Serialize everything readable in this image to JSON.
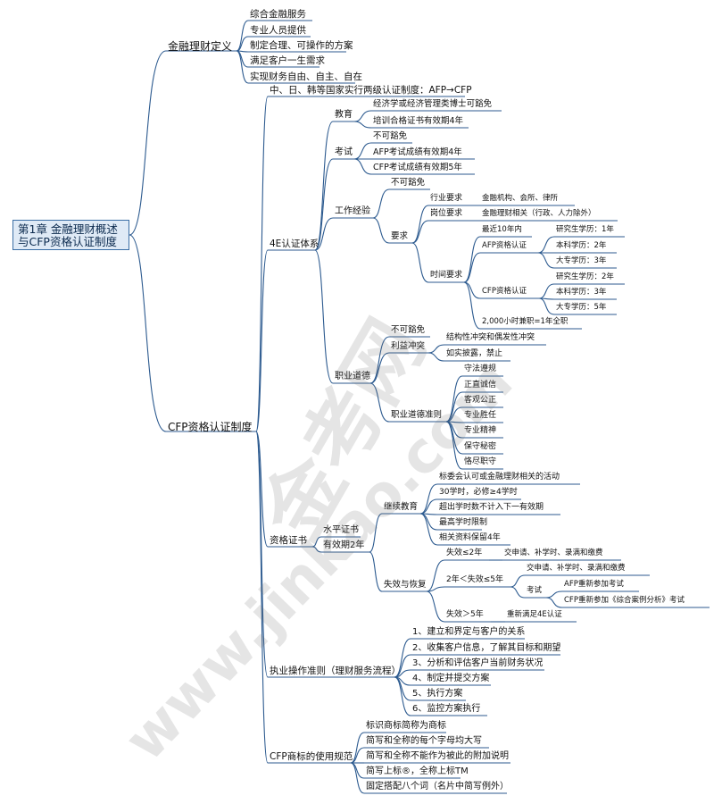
{
  "mindmap": {
    "root": "第1章 金融理财概述与CFP资格认证制度",
    "nodes": [
      {
        "id": "fin",
        "label": "金融理财定义",
        "parent": "root",
        "level": 1
      },
      {
        "id": "cfp",
        "label": "CFP资格认证制度",
        "parent": "root",
        "level": 1
      },
      {
        "id": "fin1",
        "label": "综合金融服务",
        "parent": "fin",
        "level": 2
      },
      {
        "id": "fin2",
        "label": "专业人员提供",
        "parent": "fin",
        "level": 2
      },
      {
        "id": "fin3",
        "label": "制定合理、可操作的方案",
        "parent": "fin",
        "level": 2
      },
      {
        "id": "fin4",
        "label": "满足客户一生需求",
        "parent": "fin",
        "level": 2
      },
      {
        "id": "fin5",
        "label": "实现财务自由、自主、自在",
        "parent": "fin",
        "level": 2
      },
      {
        "id": "c1",
        "label": "中、日、韩等国家实行两级认证制度：AFP→CFP",
        "parent": "cfp",
        "level": 2
      },
      {
        "id": "c2",
        "label": "4E认证体系",
        "parent": "cfp",
        "level": 2
      },
      {
        "id": "c3",
        "label": "资格证书",
        "parent": "cfp",
        "level": 2
      },
      {
        "id": "c4",
        "label": "执业操作准则（理财服务流程）",
        "parent": "cfp",
        "level": 2
      },
      {
        "id": "c5",
        "label": "CFP商标的使用规范",
        "parent": "cfp",
        "level": 2
      },
      {
        "id": "edu",
        "label": "教育",
        "parent": "c2",
        "level": 3
      },
      {
        "id": "exam",
        "label": "考试",
        "parent": "c2",
        "level": 3
      },
      {
        "id": "work",
        "label": "工作经验",
        "parent": "c2",
        "level": 3
      },
      {
        "id": "ethic",
        "label": "职业道德",
        "parent": "c2",
        "level": 3
      },
      {
        "id": "edu1",
        "label": "经济学或经济管理类博士可豁免",
        "parent": "edu",
        "level": 4
      },
      {
        "id": "edu2",
        "label": "培训合格证书有效期4年",
        "parent": "edu",
        "level": 4
      },
      {
        "id": "exam1",
        "label": "不可豁免",
        "parent": "exam",
        "level": 4
      },
      {
        "id": "exam2",
        "label": "AFP考试成绩有效期4年",
        "parent": "exam",
        "level": 4
      },
      {
        "id": "exam3",
        "label": "CFP考试成绩有效期5年",
        "parent": "exam",
        "level": 4
      },
      {
        "id": "work1",
        "label": "不可豁免",
        "parent": "work",
        "level": 4
      },
      {
        "id": "work2",
        "label": "要求",
        "parent": "work",
        "level": 4
      },
      {
        "id": "hy",
        "label": "行业要求",
        "parent": "work2",
        "level": 5
      },
      {
        "id": "gw",
        "label": "岗位要求",
        "parent": "work2",
        "level": 5
      },
      {
        "id": "sj",
        "label": "时间要求",
        "parent": "work2",
        "level": 5
      },
      {
        "id": "hy1",
        "label": "金融机构、会所、律所",
        "parent": "hy",
        "level": 6
      },
      {
        "id": "gw1",
        "label": "金融理财相关（行政、人力除外）",
        "parent": "gw",
        "level": 6
      },
      {
        "id": "sj1",
        "label": "最近10年内",
        "parent": "sj",
        "level": 6
      },
      {
        "id": "sj2",
        "label": "AFP资格认证",
        "parent": "sj",
        "level": 6
      },
      {
        "id": "sj3",
        "label": "CFP资格认证",
        "parent": "sj",
        "level": 6
      },
      {
        "id": "sj4",
        "label": "2,000小时兼职=1年全职",
        "parent": "sj",
        "level": 6
      },
      {
        "id": "afp1",
        "label": "研究生学历：1年",
        "parent": "sj2",
        "level": 7
      },
      {
        "id": "afp2",
        "label": "本科学历：2年",
        "parent": "sj2",
        "level": 7
      },
      {
        "id": "afp3",
        "label": "大专学历：3年",
        "parent": "sj2",
        "level": 7
      },
      {
        "id": "cfpa",
        "label": "研究生学历：2年",
        "parent": "sj3",
        "level": 7
      },
      {
        "id": "cfpb",
        "label": "本科学历：3年",
        "parent": "sj3",
        "level": 7
      },
      {
        "id": "cfpc",
        "label": "大专学历：5年",
        "parent": "sj3",
        "level": 7
      },
      {
        "id": "eth1",
        "label": "不可豁免",
        "parent": "ethic",
        "level": 4
      },
      {
        "id": "eth2",
        "label": "利益冲突",
        "parent": "ethic",
        "level": 4
      },
      {
        "id": "eth3",
        "label": "职业道德准则",
        "parent": "ethic",
        "level": 4
      },
      {
        "id": "li1",
        "label": "结构性冲突和偶发性冲突",
        "parent": "eth2",
        "level": 5
      },
      {
        "id": "li2",
        "label": "如实披露，禁止",
        "parent": "eth2",
        "level": 5
      },
      {
        "id": "zy1",
        "label": "守法遵规",
        "parent": "eth3",
        "level": 5
      },
      {
        "id": "zy2",
        "label": "正直诚信",
        "parent": "eth3",
        "level": 5
      },
      {
        "id": "zy3",
        "label": "客观公正",
        "parent": "eth3",
        "level": 5
      },
      {
        "id": "zy4",
        "label": "专业胜任",
        "parent": "eth3",
        "level": 5
      },
      {
        "id": "zy5",
        "label": "专业精神",
        "parent": "eth3",
        "level": 5
      },
      {
        "id": "zy6",
        "label": "保守秘密",
        "parent": "eth3",
        "level": 5
      },
      {
        "id": "zy7",
        "label": "恪尽职守",
        "parent": "eth3",
        "level": 5
      },
      {
        "id": "zs1",
        "label": "水平证书",
        "parent": "c3",
        "level": 3
      },
      {
        "id": "zs2",
        "label": "有效期2年",
        "parent": "c3",
        "level": 3
      },
      {
        "id": "jx",
        "label": "继续教育",
        "parent": "zs2",
        "level": 4
      },
      {
        "id": "sx",
        "label": "失效与恢复",
        "parent": "zs2",
        "level": 4
      },
      {
        "id": "jx1",
        "label": "标委会认可或金融理财相关的活动",
        "parent": "jx",
        "level": 5
      },
      {
        "id": "jx2",
        "label": "30学时，必修≥4学时",
        "parent": "jx",
        "level": 5
      },
      {
        "id": "jx3",
        "label": "超出学时数不计入下一有效期",
        "parent": "jx",
        "level": 5
      },
      {
        "id": "jx4",
        "label": "最高学时限制",
        "parent": "jx",
        "level": 5
      },
      {
        "id": "jx5",
        "label": "相关资料保留4年",
        "parent": "jx",
        "level": 5
      },
      {
        "id": "sx1",
        "label": "失效≤2年",
        "parent": "sx",
        "level": 5
      },
      {
        "id": "sx2",
        "label": "2年＜失效≤5年",
        "parent": "sx",
        "level": 5
      },
      {
        "id": "sx3",
        "label": "失效＞5年",
        "parent": "sx",
        "level": 5
      },
      {
        "id": "sx1a",
        "label": "交申请、补学时、录满和缴费",
        "parent": "sx1",
        "level": 6
      },
      {
        "id": "sx2a",
        "label": "交申请、补学时、录满和缴费",
        "parent": "sx2",
        "level": 6
      },
      {
        "id": "sx2b",
        "label": "考试",
        "parent": "sx2",
        "level": 6
      },
      {
        "id": "ks1",
        "label": "AFP重新参加考试",
        "parent": "sx2b",
        "level": 7
      },
      {
        "id": "ks2",
        "label": "CFP重新参加《综合案例分析》考试",
        "parent": "sx2b",
        "level": 7
      },
      {
        "id": "sx3a",
        "label": "重新满足4E认证",
        "parent": "sx3",
        "level": 6
      },
      {
        "id": "lc1",
        "label": "1、建立和界定与客户的关系",
        "parent": "c4",
        "level": 3
      },
      {
        "id": "lc2",
        "label": "2、收集客户信息，了解其目标和期望",
        "parent": "c4",
        "level": 3
      },
      {
        "id": "lc3",
        "label": "3、分析和评估客户当前财务状况",
        "parent": "c4",
        "level": 3
      },
      {
        "id": "lc4",
        "label": "4、制定并提交方案",
        "parent": "c4",
        "level": 3
      },
      {
        "id": "lc5",
        "label": "5、执行方案",
        "parent": "c4",
        "level": 3
      },
      {
        "id": "lc6",
        "label": "6、监控方案执行",
        "parent": "c4",
        "level": 3
      },
      {
        "id": "sb1",
        "label": "标识商标简称为商标",
        "parent": "c5",
        "level": 3
      },
      {
        "id": "sb2",
        "label": "简写和全称的每个字母均大写",
        "parent": "c5",
        "level": 3
      },
      {
        "id": "sb3",
        "label": "简写和全称不能作为被此的附加说明",
        "parent": "c5",
        "level": 3
      },
      {
        "id": "sb4",
        "label": "简写上标®，全称上标TM",
        "parent": "c5",
        "level": 3
      },
      {
        "id": "sb5",
        "label": "固定搭配八个词（名片中简写例外）",
        "parent": "c5",
        "level": 3
      }
    ],
    "colors": {
      "line": "#2c5a8f",
      "root_border": "#3b6ea5",
      "root_fill": "#dfeaf6",
      "text": "#111111"
    }
  },
  "watermark": {
    "cn": "金考网",
    "url": "www.jinkao.com"
  }
}
